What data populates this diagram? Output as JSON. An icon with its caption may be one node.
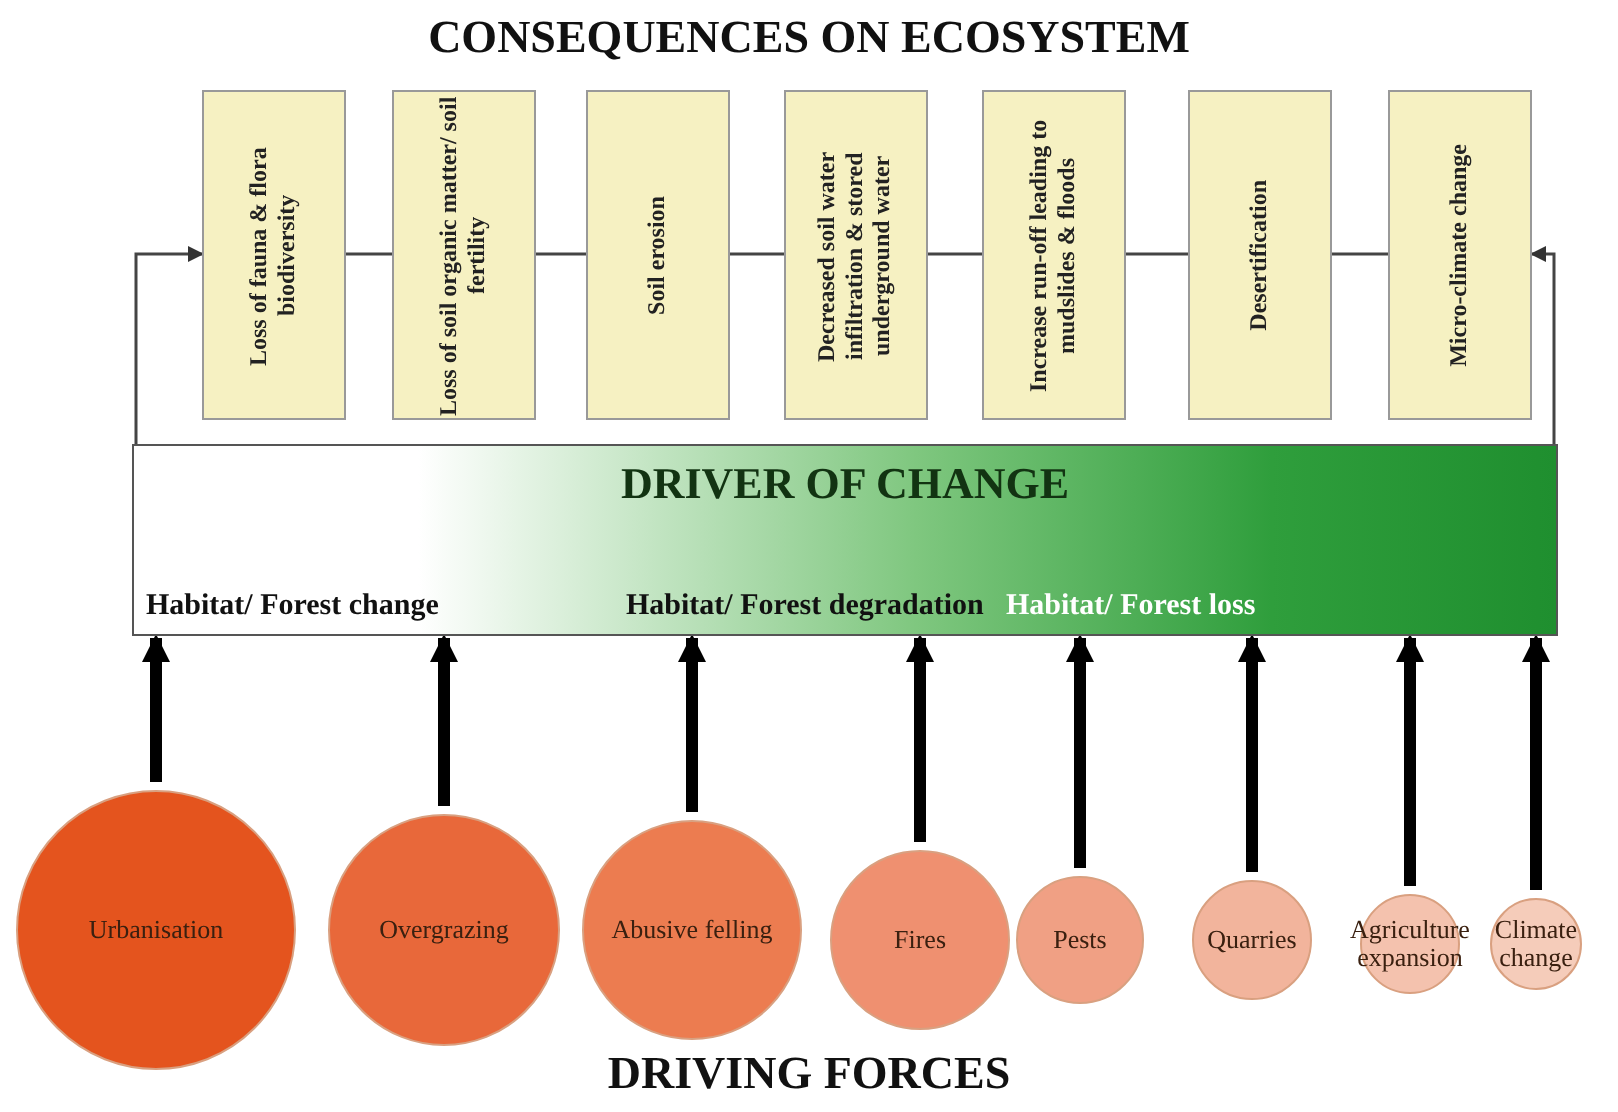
{
  "diagram": {
    "title": "CONSEQUENCES ON ECOSYSTEM",
    "nodes": [
      {
        "text": [
          "DRIVER OF CHANGE",
          "Habitat/ Forest change",
          "Habitat/ Forest degradation",
          "Habitat/ Forest loss"
        ]
      },
      {
        "text": [
          "Loss of fauna & flora biodiversity"
        ]
      },
      {
        "text": [
          "Loss of soil organic matter/ soil fertility"
        ]
      },
      {
        "text": [
          "Soil erosion"
        ]
      },
      {
        "text": [
          "Decreased soil water infiltration & stored underground water"
        ]
      },
      {
        "text": [
          "Increase run-off leading to mudslides & floods"
        ]
      },
      {
        "text": [
          "Desertification"
        ]
      },
      {
        "text": [
          "Micro-climate change"
        ]
      },
      {
        "text": [
          "Urbanisation"
        ]
      },
      {
        "text": [
          "Overgrazing"
        ]
      },
      {
        "text": [
          "Abusive felling"
        ]
      },
      {
        "text": [
          "Fires"
        ]
      },
      {
        "text": [
          "Pests"
        ]
      },
      {
        "text": [
          "Quarries"
        ]
      },
      {
        "text": [
          "Agriculture expansion"
        ]
      },
      {
        "text": [
          "Climate change"
        ]
      }
    ],
    "edges": [
      {
        "from": 0,
        "to": 1,
        "arrow": "to"
      },
      {
        "from": 1,
        "to": 2,
        "arrow": "none"
      },
      {
        "from": 2,
        "to": 3,
        "arrow": "none"
      },
      {
        "from": 3,
        "to": 4,
        "arrow": "none"
      },
      {
        "from": 4,
        "to": 5,
        "arrow": "none"
      },
      {
        "from": 5,
        "to": 6,
        "arrow": "none"
      },
      {
        "from": 6,
        "to": 7,
        "arrow": "none"
      },
      {
        "from": 0,
        "to": 7,
        "arrow": "to"
      },
      {
        "from": 8,
        "to": 0,
        "arrow": "to",
        "style": "thick"
      },
      {
        "from": 9,
        "to": 0,
        "arrow": "to",
        "style": "thick"
      },
      {
        "from": 10,
        "to": 0,
        "arrow": "to",
        "style": "thick"
      },
      {
        "from": 11,
        "to": 0,
        "arrow": "to",
        "style": "thick"
      },
      {
        "from": 12,
        "to": 0,
        "arrow": "to",
        "style": "thick"
      },
      {
        "from": 13,
        "to": 0,
        "arrow": "to",
        "style": "thick"
      },
      {
        "from": 14,
        "to": 0,
        "arrow": "to",
        "style": "thick"
      },
      {
        "from": 15,
        "to": 0,
        "arrow": "to",
        "style": "thick"
      }
    ],
    "labels": [
      "DRIVING FORCES"
    ]
  }
}
